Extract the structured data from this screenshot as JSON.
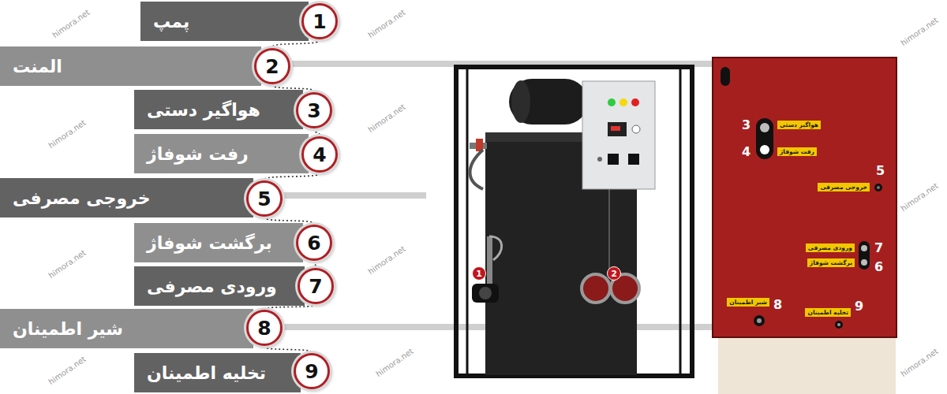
{
  "diagram": {
    "nodes": [
      {
        "text": [
          "پمپ"
        ]
      },
      {
        "text": [
          "1"
        ]
      },
      {
        "text": [
          "المنت"
        ]
      },
      {
        "text": [
          "2"
        ]
      },
      {
        "text": [
          "هواگیر دستی"
        ]
      },
      {
        "text": [
          "3"
        ]
      },
      {
        "text": [
          "رفت شوفاژ"
        ]
      },
      {
        "text": [
          "4"
        ]
      },
      {
        "text": [
          "خروجی مصرفی"
        ]
      },
      {
        "text": [
          "5"
        ]
      },
      {
        "text": [
          "برگشت شوفاژ"
        ]
      },
      {
        "text": [
          "6"
        ]
      },
      {
        "text": [
          "ورودی مصرفی"
        ]
      },
      {
        "text": [
          "7"
        ]
      },
      {
        "text": [
          "شیر اطمینان"
        ]
      },
      {
        "text": [
          "8"
        ]
      },
      {
        "text": [
          "تخلیه اطمینان"
        ]
      },
      {
        "text": [
          "9"
        ]
      },
      {
        "text": [
          "1"
        ]
      },
      {
        "text": [
          "2"
        ]
      },
      {
        "text": [
          "هواگیر دستی"
        ]
      },
      {
        "text": [
          "رفت شوفاژ"
        ]
      },
      {
        "text": [
          "خروجی مصرفی"
        ]
      },
      {
        "text": [
          "ورودی مصرفی"
        ]
      },
      {
        "text": [
          "برگشت شوفاژ"
        ]
      },
      {
        "text": [
          "شیر اطمینان"
        ]
      },
      {
        "text": [
          "تخلیه اطمینان"
        ]
      }
    ],
    "edges": [
      {
        "from": 1,
        "to": 3,
        "arrow": "none"
      },
      {
        "from": 3,
        "to": 5,
        "arrow": "none"
      },
      {
        "from": 5,
        "to": 7,
        "arrow": "none"
      },
      {
        "from": 7,
        "to": 9,
        "arrow": "none"
      },
      {
        "from": 9,
        "to": 11,
        "arrow": "none"
      },
      {
        "from": 11,
        "to": 13,
        "arrow": "none"
      },
      {
        "from": 13,
        "to": 15,
        "arrow": "none"
      },
      {
        "from": 15,
        "to": 17,
        "arrow": "none"
      }
    ],
    "labels": [
      "3",
      "4",
      "5",
      "7",
      "6",
      "8",
      "9",
      "himora.net",
      "himora.net",
      "himora.net",
      "himora.net",
      "himora.net",
      "himora.net",
      "himora.net",
      "himora.net",
      "himora.net",
      "himora.net",
      "himora.net"
    ]
  }
}
